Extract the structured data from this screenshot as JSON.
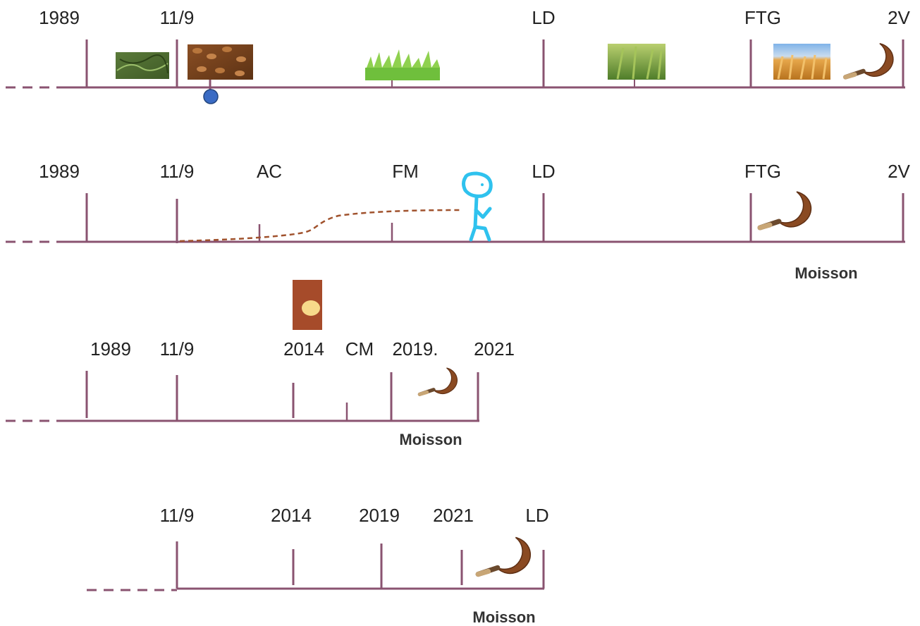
{
  "colors": {
    "line": "#8a5370",
    "dash": "#8a5370",
    "trail": "#a0522d",
    "figure": "#2fc2ee",
    "marker": "#3a6bc4",
    "text": "#222222",
    "door": "#a64b2a",
    "door_knob": "#f7d98a"
  },
  "timelines": [
    {
      "id": "timeline-1",
      "labels": [
        "1989",
        "11/9",
        "LD",
        "FTG",
        "2V"
      ],
      "images": [
        "grass-field-image",
        "wheat-grains-image",
        "young-grass-image",
        "green-wheat-image",
        "golden-wheat-image",
        "sickle-icon"
      ],
      "marker": "position-marker"
    },
    {
      "id": "timeline-2",
      "labels": [
        "1989",
        "11/9",
        "AC",
        "FM",
        "LD",
        "FTG",
        "2V"
      ],
      "caption": "Moisson",
      "images": [
        "walking-figure-icon",
        "sickle-icon"
      ]
    },
    {
      "id": "timeline-3",
      "labels": [
        "1989",
        "11/9",
        "2014",
        "CM",
        "2019.",
        "2021"
      ],
      "caption": "Moisson",
      "images": [
        "door-icon",
        "sickle-icon"
      ]
    },
    {
      "id": "timeline-4",
      "labels": [
        "11/9",
        "2014",
        "2019",
        "2021",
        "LD"
      ],
      "caption": "Moisson",
      "images": [
        "sickle-icon"
      ]
    }
  ]
}
